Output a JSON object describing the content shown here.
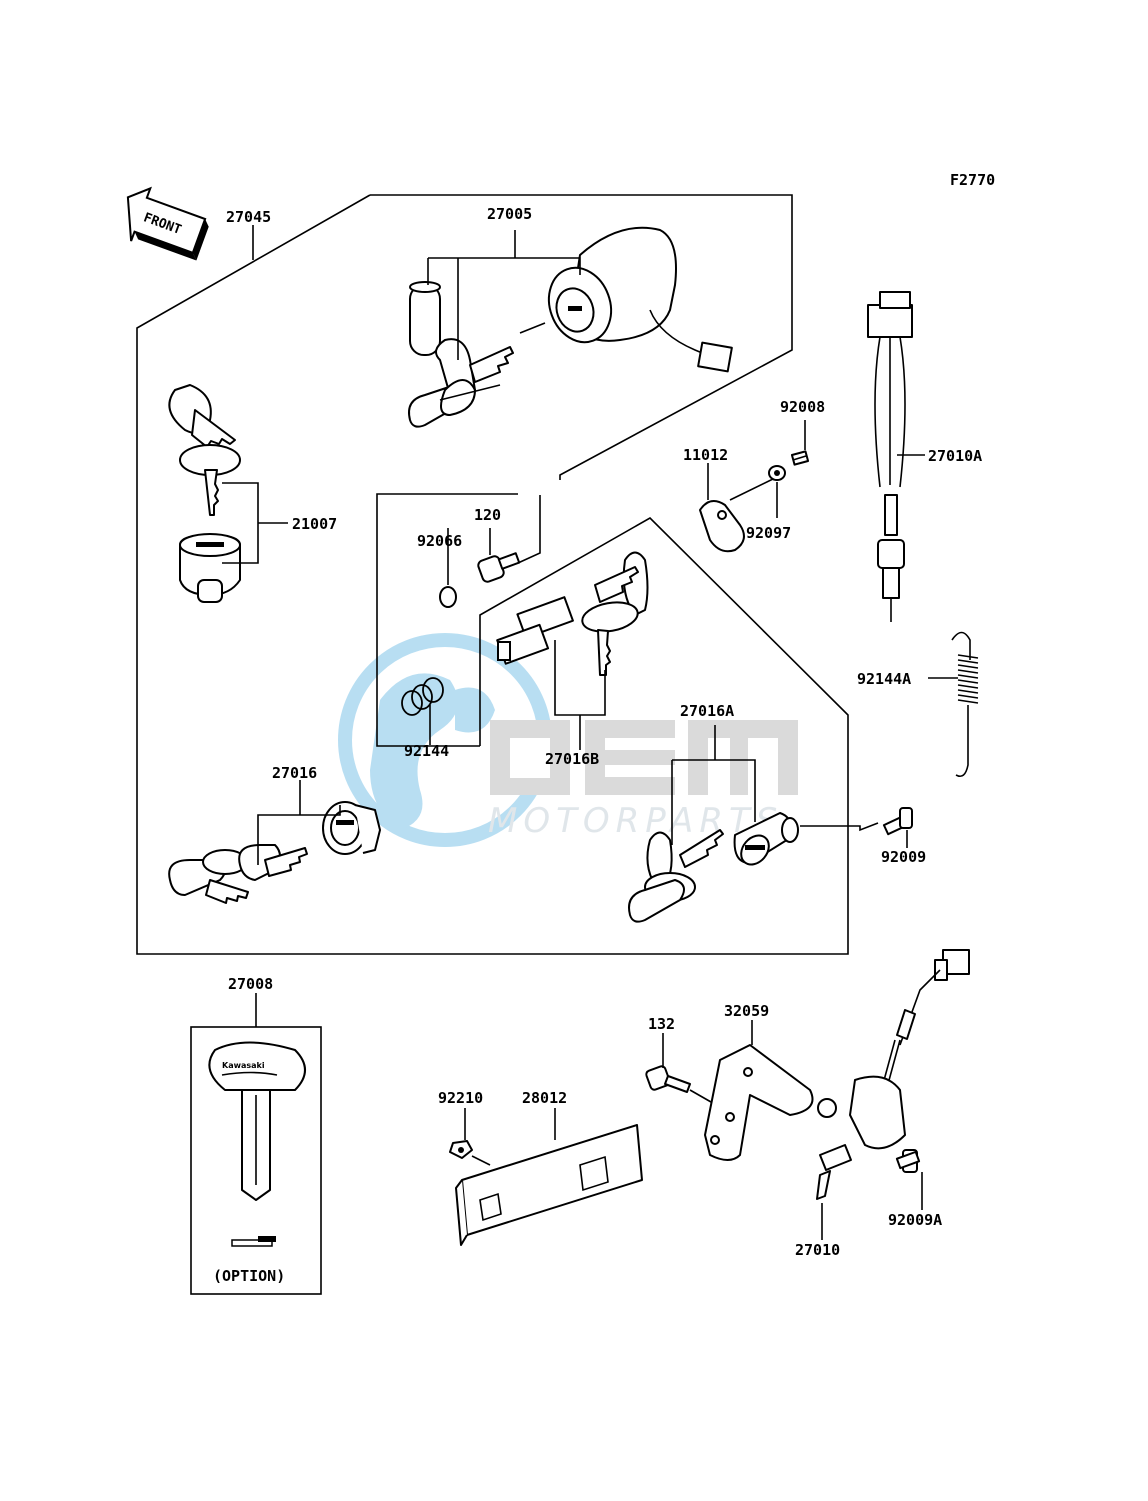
{
  "figure_code": "F2770",
  "front_marker": "FRONT",
  "labels": {
    "p27045": "27045",
    "p27005": "27005",
    "p21007": "21007",
    "p92008": "92008",
    "p11012": "11012",
    "p27010A": "27010A",
    "p92097": "92097",
    "p120": "120",
    "p92066": "92066",
    "p92144": "92144",
    "p27016B": "27016B",
    "p27016A": "27016A",
    "p92144A": "92144A",
    "p27016": "27016",
    "p92009": "92009",
    "p27008": "27008",
    "option": "(OPTION)",
    "p132": "132",
    "p32059": "32059",
    "p92210": "92210",
    "p28012": "28012",
    "p92009A": "92009A",
    "p27010": "27010"
  },
  "watermark": {
    "brand": "OEM",
    "sub": "MOTORPARTS"
  },
  "key_logo": "Kawasaki"
}
